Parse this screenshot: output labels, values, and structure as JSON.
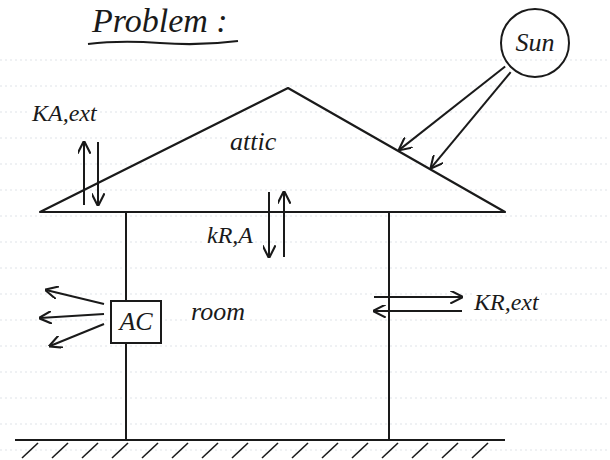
{
  "diagram": {
    "title": "Problem :",
    "nodes": [
      {
        "text": [
          "Sun"
        ]
      },
      {
        "text": [
          "attic"
        ]
      },
      {
        "text": [
          "room"
        ]
      },
      {
        "text": [
          "AC"
        ],
        "in": 2
      }
    ],
    "edges": [
      {
        "from": 0,
        "to": 1,
        "arrow": "to"
      },
      {
        "from": 0,
        "to": 1,
        "arrow": "to"
      },
      {
        "from": 2,
        "to": 1,
        "arrow": "to"
      },
      {
        "from": 1,
        "to": 2,
        "arrow": "to",
        "label": "kR,A"
      }
    ],
    "labels": [
      "KA,ext",
      "KR,ext"
    ]
  }
}
